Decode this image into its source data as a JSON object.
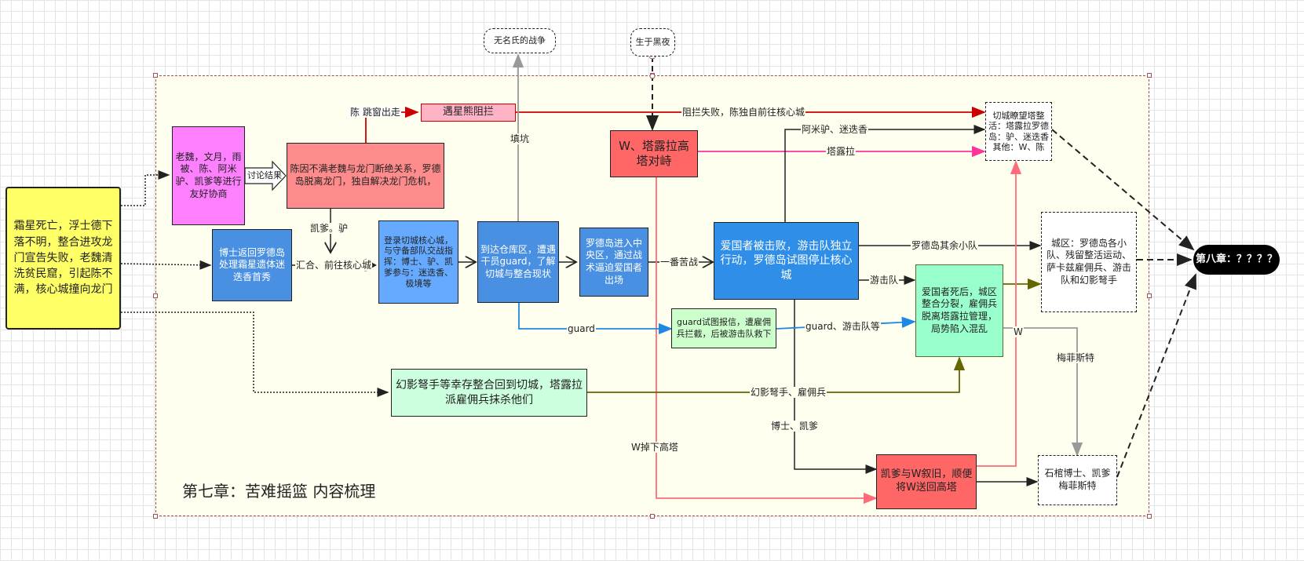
{
  "title": "第七章：苦难摇篮 内容梳理",
  "nodes": {
    "start": "霜星死亡，浮士德下落不明，整合进攻龙门宣告失败，老魏清洗贫民窟，引起陈不满，核心城撞向龙门",
    "meeting": "老魏，文月，雨被、陈、阿米驴、凯爹等进行友好协商",
    "discussion_arrow": "讨论结果",
    "chen_split": "陈因不满老魏与龙门断绝关系，罗德岛脱离龙门，独自解决龙门危机，",
    "meet_bear": "遇星熊阻拦",
    "doctor_return": "博士返回罗德岛处理霜星遗体迷迭香首秀",
    "board_core": "登录切城核心城，与守备部队交战指挥：博士、驴、凯爹参与：迷迭香、极境等",
    "warehouse": "到达仓库区，遭遇干员guard，了解切城与整合现状",
    "central": "罗德岛进入中央区，通过战术逼迫爱国者出场",
    "tower_standoff": "W、塔露拉高塔对峙",
    "patriot_defeated": "爱国者被击败，游击队独立行动，罗德岛试图停止核心城",
    "city_split": "爱国者死后，城区整合分裂，雇佣兵脱离塔露拉管理，局势陷入混乱",
    "guard_report": "guard试图报信，遭雇佣兵拦截，后被游击队救下",
    "phantom": "幻影弩手等幸存整合回到切城，塔露拉派雇佣兵抹杀他们",
    "kaitzi_w": "凯爹与W叙旧，顺便将W送回高塔",
    "tower_box": "切城瞭望塔整活：塔露拉罗德岛：驴、迷迭香其他：W、陈",
    "city_area": "城区：罗德岛各小队、残留整活运动、萨卡兹雇佣兵、游击队和幻影弩手",
    "coffin": "石棺博士、凯爹梅菲斯特",
    "chapter8": "第八章：？？？？",
    "nameless_war": "无名氏的战争",
    "born_dark": "生于黑夜"
  },
  "edge_labels": {
    "chen_jump": "陈 跳窗出走",
    "block_fail": "阻拦失败，陈独自前往核心城",
    "kaitzi_donkey": "凯爹。驴",
    "rally": "汇合、前往核心城",
    "fill_pit": "填坑",
    "amiya_rosemary": "阿米驴、迷迭香",
    "talulah": "塔露拉",
    "fierce_battle": "一番苦战",
    "rhodes_squads": "罗德岛其余小队",
    "guerrilla": "游击队",
    "guard": "guard",
    "guard_guerrilla": "guard、游击队等",
    "phantom_merc": "幻影弩手、雇佣兵",
    "doctor_kaitzi": "博士、凯爹",
    "w_label": "W",
    "mephisto": "梅菲斯特",
    "w_drop": "W掉下高塔"
  },
  "colors": {
    "red": "#cc0000",
    "pink": "#ff3399",
    "blue": "#1e88e5",
    "olive": "#666600",
    "gray": "#999999",
    "black": "#222222"
  }
}
